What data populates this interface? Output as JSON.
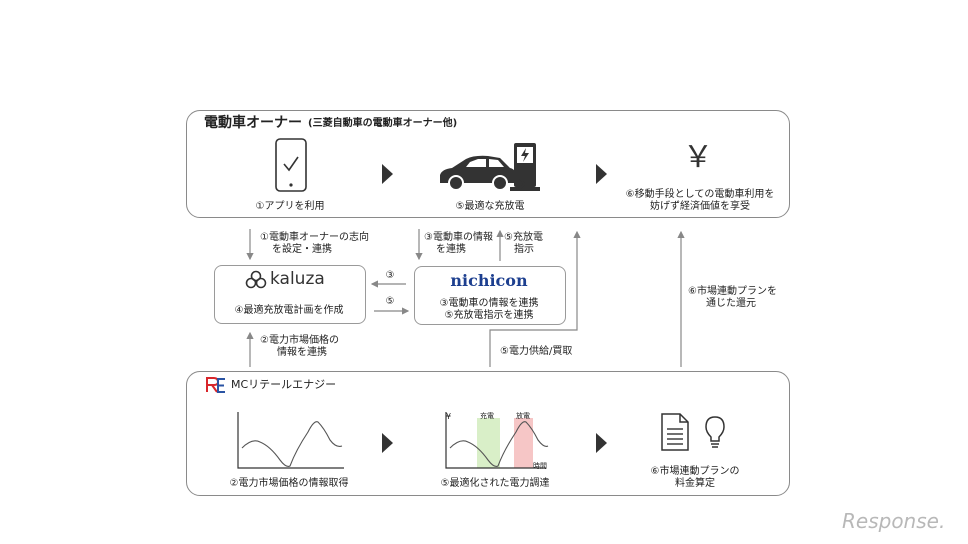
{
  "owner_panel": {
    "title": "電動車オーナー",
    "subtitle": "(三菱自動車の電動車オーナー他)",
    "step_app": "①アプリを利用",
    "step_charge": "⑤最適な充放電",
    "step_value_line1": "⑥移動手段としての電動車利用を",
    "step_value_line2": "妨げず経済価値を享受",
    "yen_symbol": "￥"
  },
  "flows": {
    "owner_intent_line1": "①電動車オーナーの志向",
    "owner_intent_line2": "を設定・連携",
    "ev_info_line1": "③電動車の情報",
    "ev_info_line2": "を連携",
    "discharge_cmd_line1": "⑤充放電",
    "discharge_cmd_line2": "指示",
    "arrow3": "③",
    "arrow5": "⑤",
    "market_price_line1": "②電力市場価格の",
    "market_price_line2": "情報を連携",
    "power_supply": "⑤電力供給/買取",
    "refund_line1": "⑥市場連動プランを",
    "refund_line2": "通じた還元"
  },
  "kaluza": {
    "logo_text": "kaluza",
    "desc": "④最適充放電計画を作成"
  },
  "nichicon": {
    "logo_text": "nichicon",
    "desc_line1": "③電動車の情報を連携",
    "desc_line2": "⑤充放電指示を連携"
  },
  "retail_panel": {
    "title": "MCリテールエナジー",
    "step_price": "②電力市場価格の情報取得",
    "step_procure": "⑤最適化された電力調達",
    "step_plan_line1": "⑥市場連動プランの",
    "step_plan_line2": "料金算定",
    "chart_yen": "¥",
    "chart_charge": "充電",
    "chart_discharge": "放電",
    "chart_time": "時間"
  },
  "watermark": "Response.",
  "colors": {
    "charge_band": "#d9efc8",
    "discharge_band": "#f6c6c6",
    "logo_red": "#d8262b",
    "logo_blue": "#2a53a3",
    "nichicon_blue": "#1d3f8f"
  }
}
